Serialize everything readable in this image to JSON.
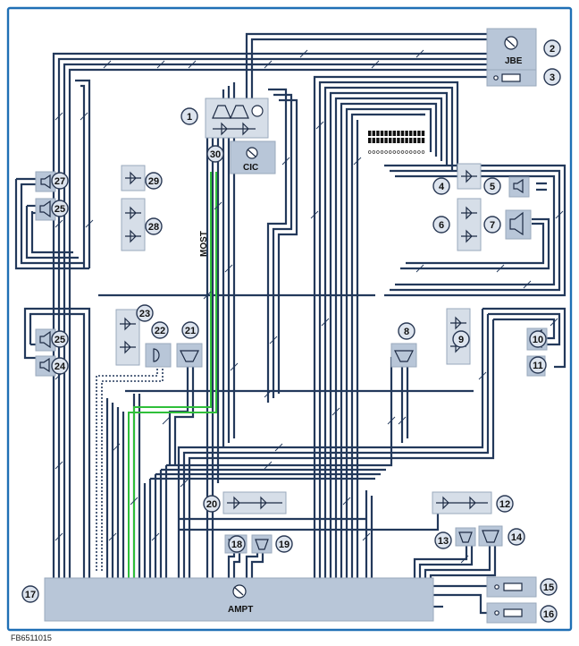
{
  "figure_id": "FB6511015",
  "module_labels": {
    "jbe": "JBE",
    "cic": "CIC",
    "ampt": "AMPT",
    "bus": "MOST"
  },
  "callouts": [
    "1",
    "2",
    "3",
    "4",
    "5",
    "6",
    "7",
    "8",
    "9",
    "10",
    "11",
    "12",
    "13",
    "14",
    "15",
    "16",
    "17",
    "18",
    "19",
    "20",
    "21",
    "22",
    "23",
    "24",
    "25",
    "25",
    "27",
    "28",
    "29",
    "30"
  ],
  "colors": {
    "frame": "#1f6fb5",
    "wire": "#23395b",
    "most_bus": "#2fbf3a",
    "component_fill": "#b8c6d8",
    "callout_fill": "#dde4ee"
  }
}
